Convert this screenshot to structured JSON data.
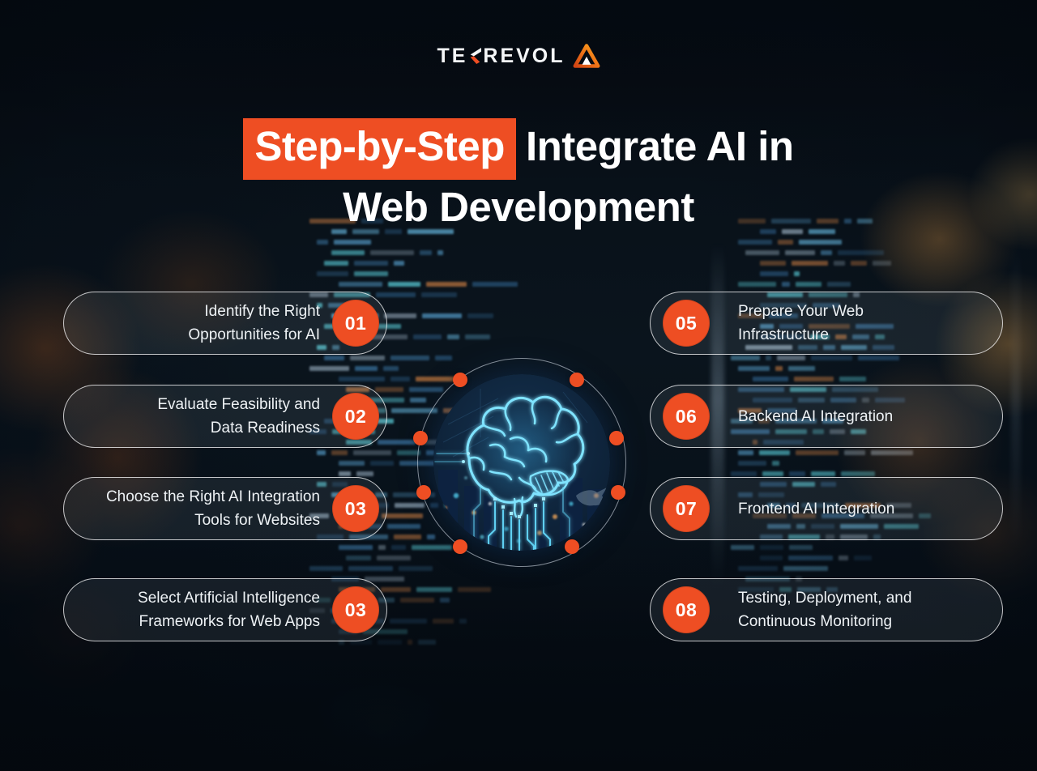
{
  "brand": {
    "name": "TEKREVOL",
    "logo_left": "TE",
    "logo_right": "REVOL"
  },
  "title": {
    "highlight": "Step-by-Step",
    "line1_rest": "Integrate AI in",
    "line2": "Web Development"
  },
  "steps": [
    {
      "number": "01",
      "label": "Identify the Right Opportunities for AI"
    },
    {
      "number": "02",
      "label": "Evaluate Feasibility and Data Readiness"
    },
    {
      "number": "03",
      "label": "Choose the Right AI Integration Tools for Websites"
    },
    {
      "number": "03",
      "label": "Select Artificial Intelligence Frameworks for Web Apps"
    },
    {
      "number": "05",
      "label": "Prepare Your Web Infrastructure"
    },
    {
      "number": "06",
      "label": "Backend AI Integration"
    },
    {
      "number": "07",
      "label": "Frontend AI Integration"
    },
    {
      "number": "08",
      "label": "Testing, Deployment, and Continuous Monitoring"
    }
  ],
  "center": {
    "icon": "ai-brain-circuit"
  },
  "colors": {
    "accent": "#EE4E23",
    "brain_glow": "#7FE3FF",
    "ring": "rgba(225,232,238,0.6)"
  }
}
